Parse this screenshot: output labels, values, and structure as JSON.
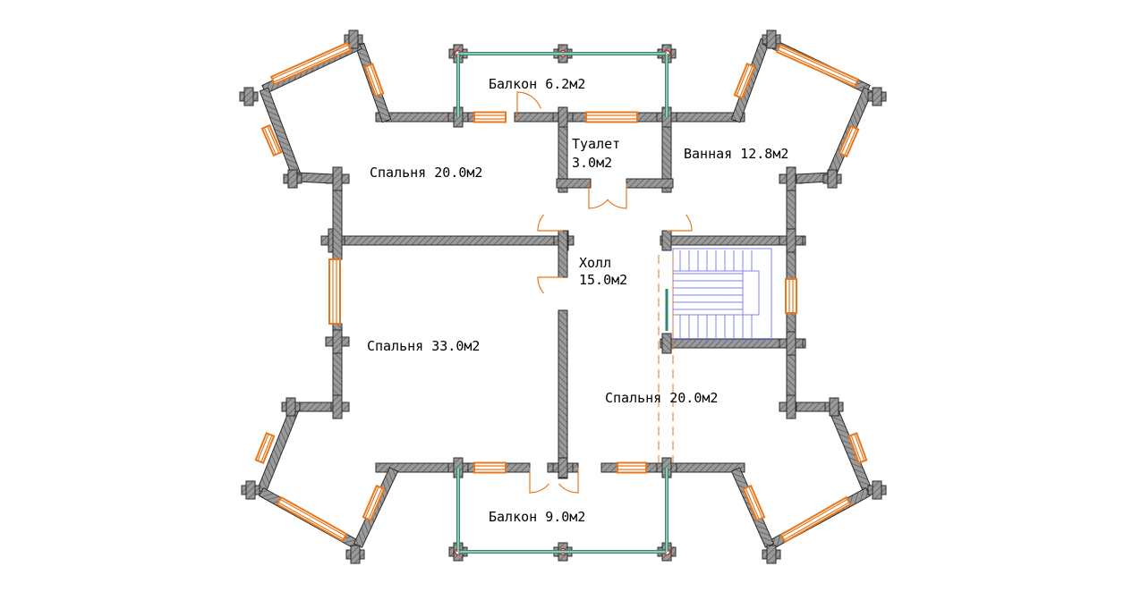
{
  "colors": {
    "background": "#ffffff",
    "wall_fill": "#9a9a9a",
    "wall_hatch": "#5c5c5c",
    "wall_outline": "#2b2b2b",
    "window_orange": "#e8781e",
    "glass_green": "#2e8b6e",
    "door_swing": "#e8781e",
    "stair_blue": "#7d86f0",
    "post_red": "#cc2b2b"
  },
  "rooms": {
    "balcony_top": {
      "name": "Балкон 6.2м2"
    },
    "toilet": {
      "line1": "Туалет",
      "line2": "3.0м2"
    },
    "bathroom": {
      "name": "Ванная 12.8м2"
    },
    "bedroom_top_left": {
      "name": "Спальня 20.0м2"
    },
    "hall": {
      "line1": "Холл",
      "line2": "15.0м2"
    },
    "bedroom_left": {
      "name": "Спальня 33.0м2"
    },
    "bedroom_right": {
      "name": "Спальня 20.0м2"
    },
    "balcony_bottom": {
      "name": "Балкон 9.0м2"
    }
  },
  "icons": {
    "stairs": "staircase-icon",
    "door": "door-swing-icon",
    "window": "window-icon",
    "post": "balcony-post-icon"
  }
}
